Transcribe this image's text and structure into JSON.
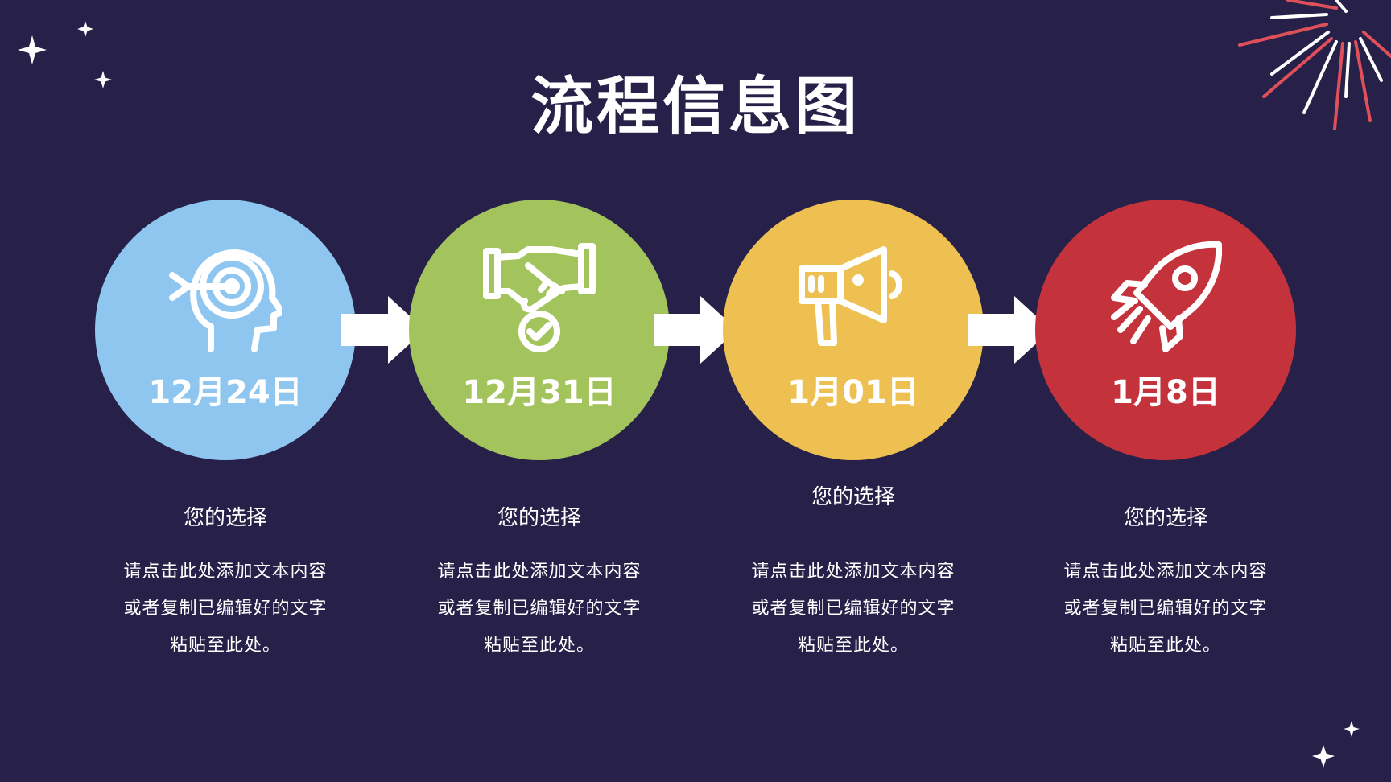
{
  "title": "流程信息图",
  "steps": [
    {
      "date": "12月24日",
      "icon": "target-head-icon",
      "color": "#8EC6F0",
      "heading": "您的选择",
      "body_lines": [
        "请点击此处添加文本内容",
        "或者复制已编辑好的文字",
        "粘贴至此处。"
      ]
    },
    {
      "date": "12月31日",
      "icon": "handshake-check-icon",
      "color": "#A3C35C",
      "heading": "您的选择",
      "body_lines": [
        "请点击此处添加文本内容",
        "或者复制已编辑好的文字",
        "粘贴至此处。"
      ]
    },
    {
      "date": "1月01日",
      "icon": "megaphone-icon",
      "color": "#EEC051",
      "heading": "您的选择",
      "body_lines": [
        "请点击此处添加文本内容",
        "或者复制已编辑好的文字",
        "粘贴至此处。"
      ]
    },
    {
      "date": "1月8日",
      "icon": "rocket-icon",
      "color": "#C4323B",
      "heading": "您的选择",
      "body_lines": [
        "请点击此处添加文本内容",
        "或者复制已编辑好的文字",
        "粘贴至此处。"
      ]
    }
  ],
  "colors": {
    "background": "#272149",
    "text": "#FFFFFF",
    "firework_red": "#E0505A"
  }
}
